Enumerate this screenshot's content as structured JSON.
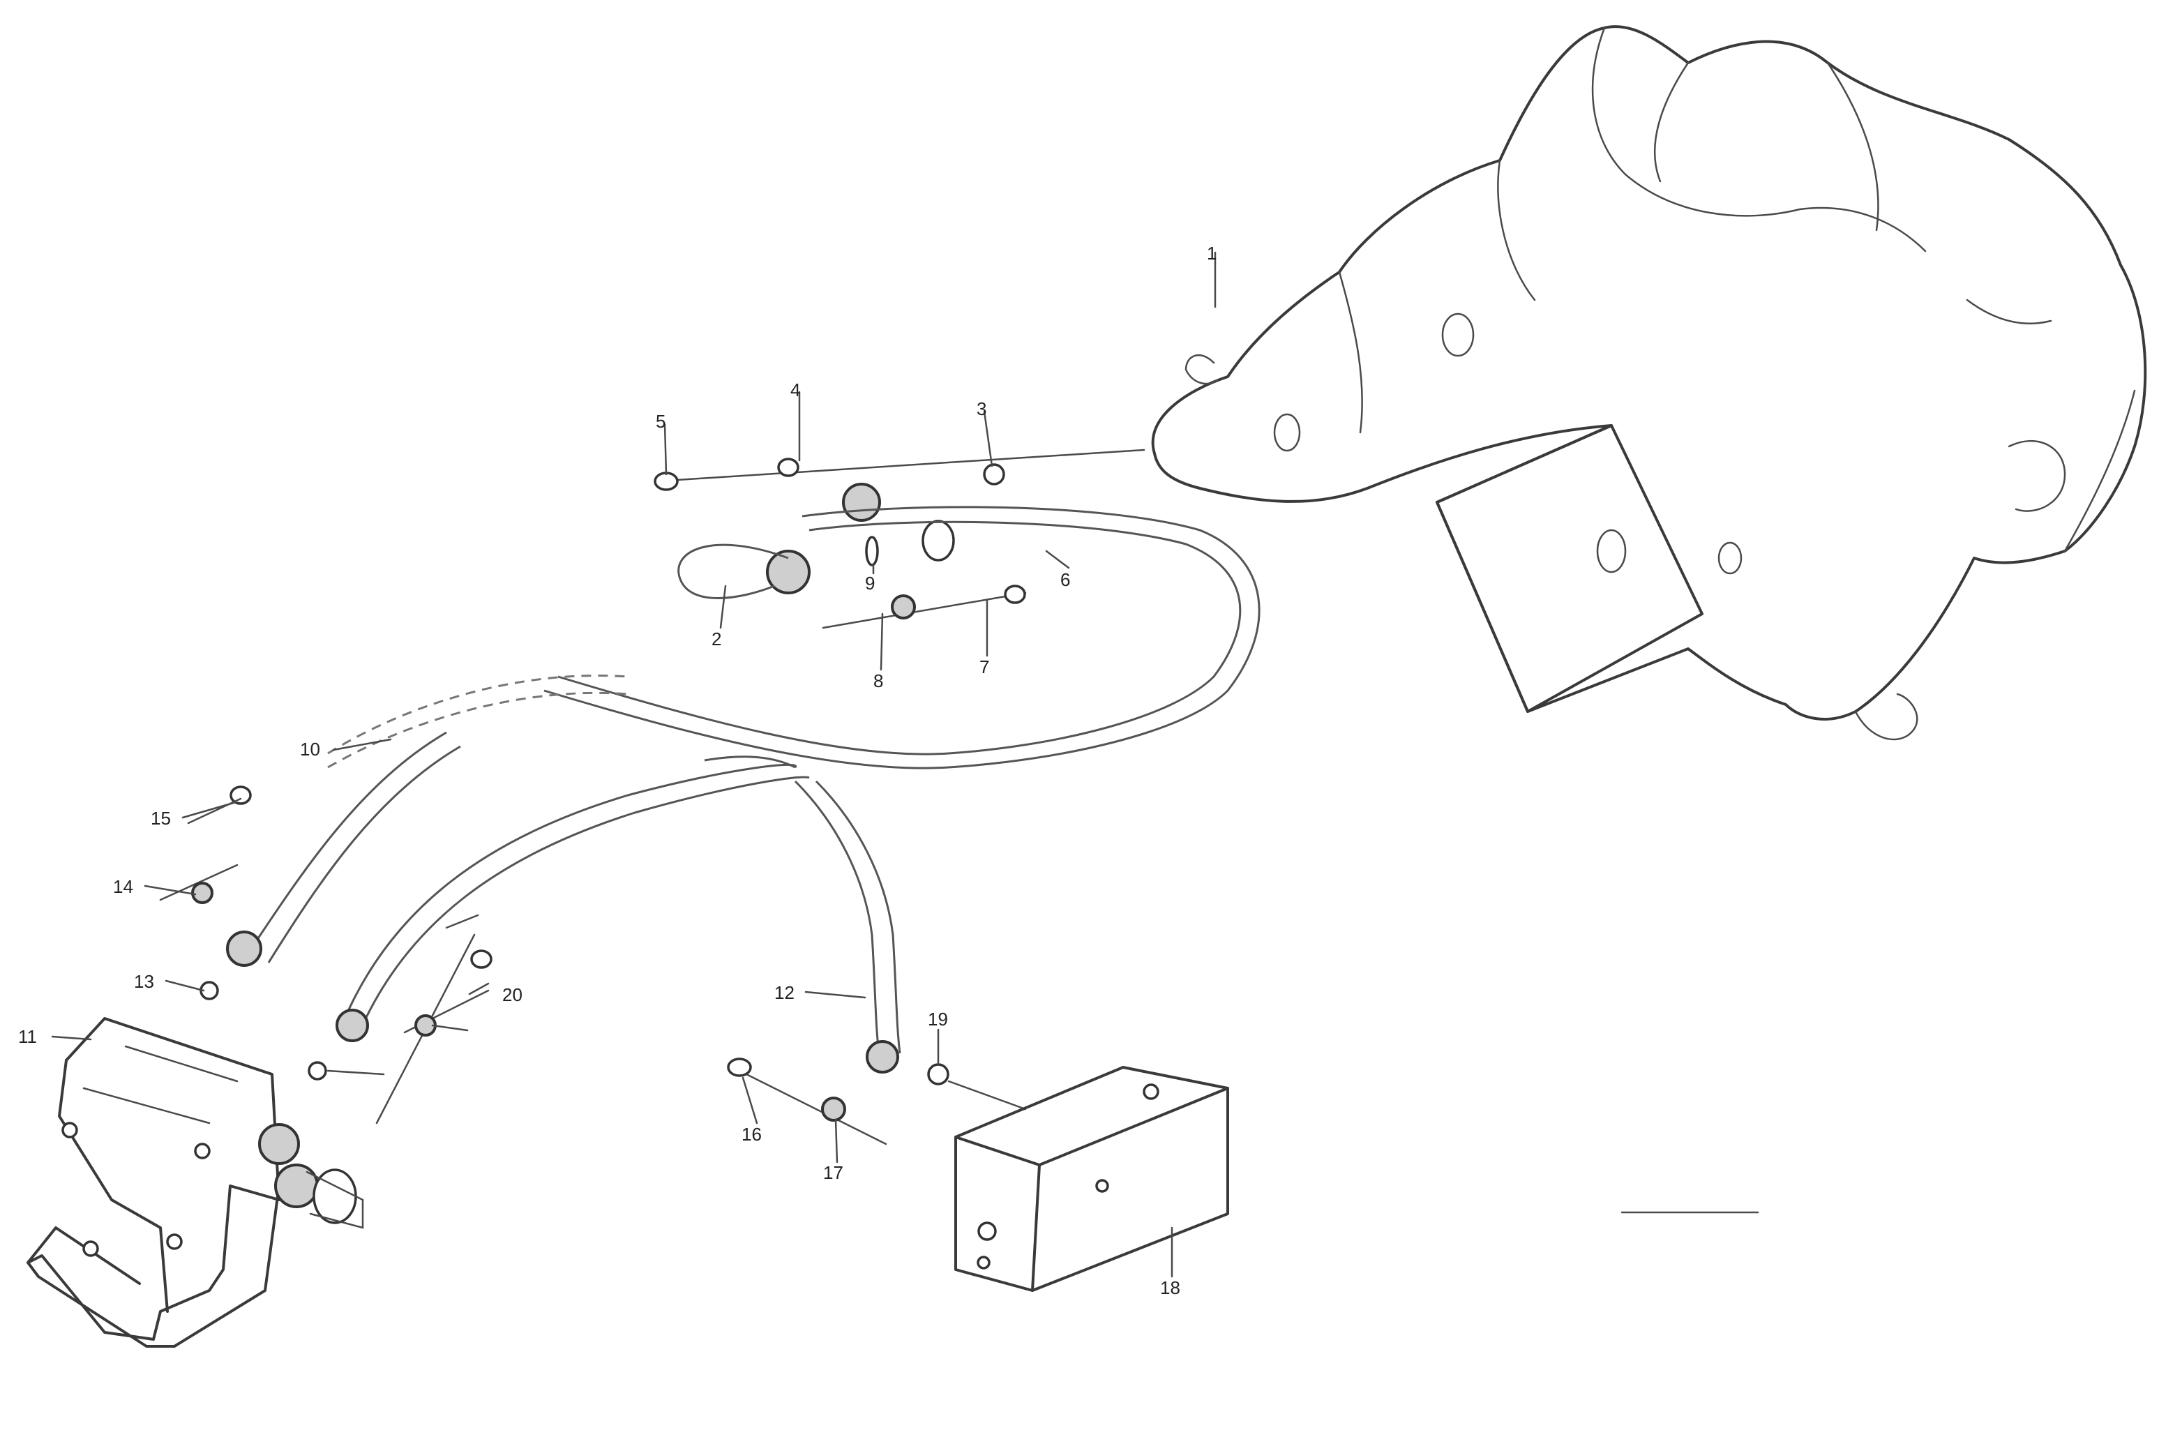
{
  "callouts": [
    {
      "id": "c1",
      "text": "1"
    },
    {
      "id": "c2",
      "text": "2"
    },
    {
      "id": "c3",
      "text": "3"
    },
    {
      "id": "c4",
      "text": "4"
    },
    {
      "id": "c5",
      "text": "5"
    },
    {
      "id": "c6",
      "text": "6"
    },
    {
      "id": "c7",
      "text": "7"
    },
    {
      "id": "c8",
      "text": "8"
    },
    {
      "id": "c9",
      "text": "9"
    },
    {
      "id": "c10",
      "text": "10"
    },
    {
      "id": "c11",
      "text": "11"
    },
    {
      "id": "c12",
      "text": "12"
    },
    {
      "id": "c13",
      "text": "13"
    },
    {
      "id": "c14",
      "text": "14"
    },
    {
      "id": "c15",
      "text": "15"
    },
    {
      "id": "c16",
      "text": "16"
    },
    {
      "id": "c17",
      "text": "17"
    },
    {
      "id": "c18",
      "text": "18"
    },
    {
      "id": "c19",
      "text": "19"
    },
    {
      "id": "c20",
      "text": "20"
    }
  ],
  "reference": {
    "code": "",
    "number": ""
  }
}
